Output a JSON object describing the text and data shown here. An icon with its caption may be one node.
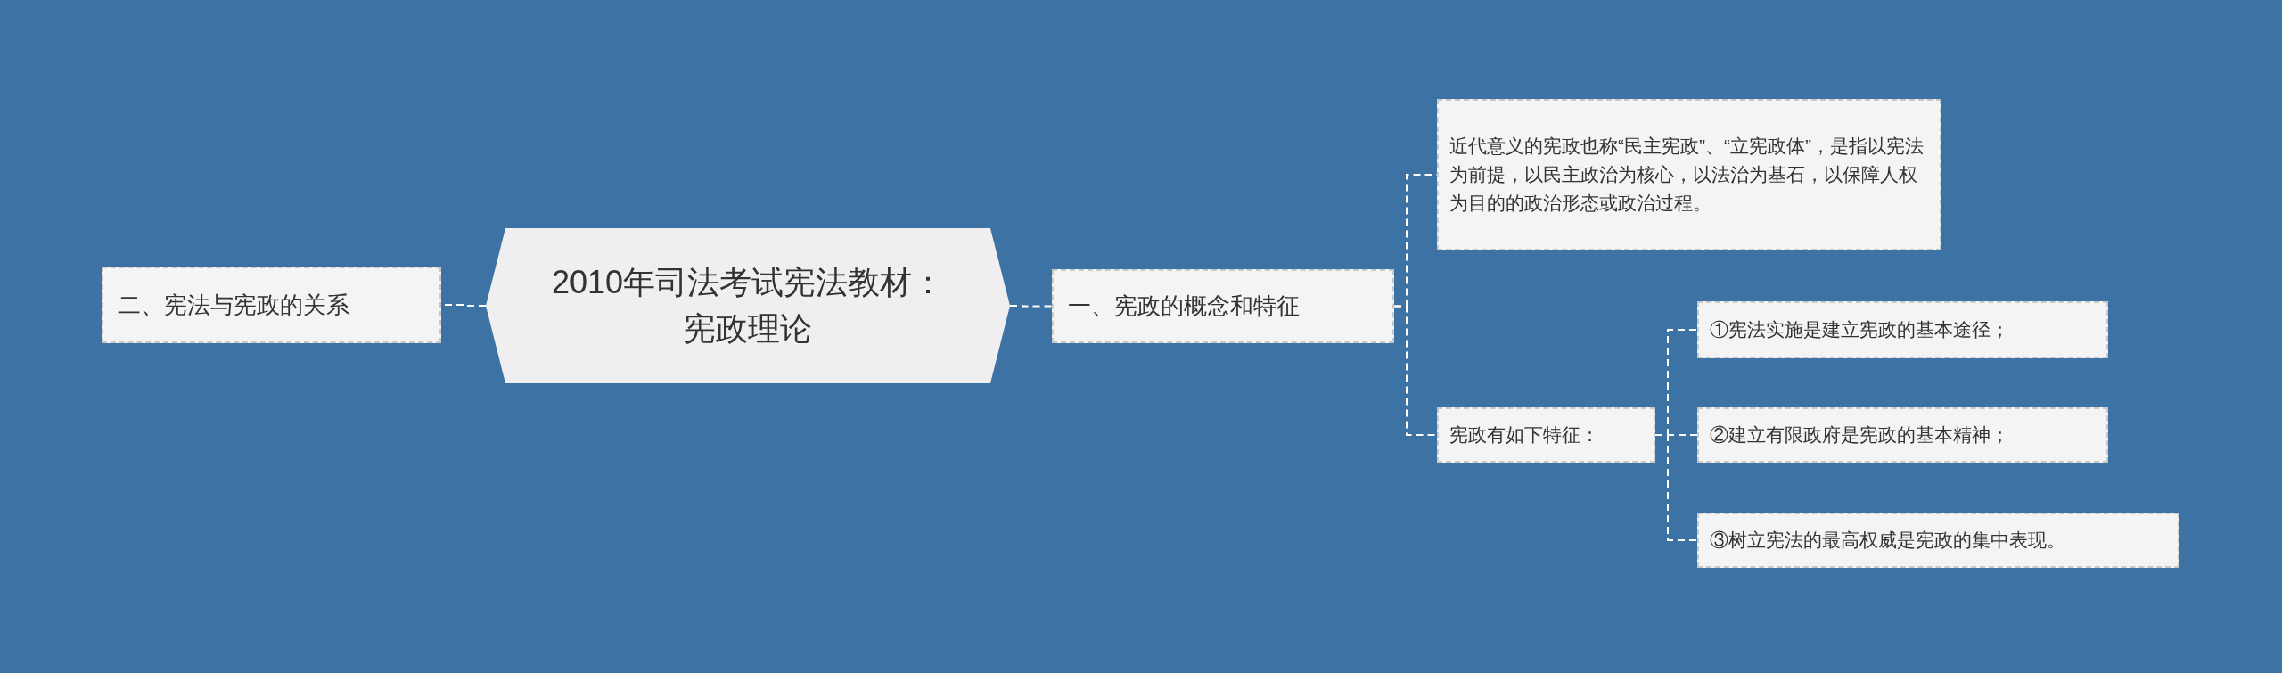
{
  "diagram": {
    "nodes": [
      {
        "text": [
          "2010年司法考试宪法教材：宪政理论"
        ]
      },
      {
        "text": [
          "二、宪法与宪政的关系"
        ]
      },
      {
        "text": [
          "一、宪政的概念和特征"
        ]
      },
      {
        "text": [
          "近代意义的宪政也称“民主宪政”、“立宪政体”，是指以宪法为前提，以民主政治为核心，以法治为基石，以保障人权为目的的政治形态或政治过程。"
        ]
      },
      {
        "text": [
          "宪政有如下特征："
        ]
      },
      {
        "text": [
          "①宪法实施是建立宪政的基本途径；"
        ]
      },
      {
        "text": [
          "②建立有限政府是宪政的基本精神；"
        ]
      },
      {
        "text": [
          "③树立宪法的最高权威是宪政的集中表现。"
        ]
      }
    ],
    "edges": [
      {
        "from": 0,
        "to": 1,
        "arrow": "none"
      },
      {
        "from": 0,
        "to": 2,
        "arrow": "none"
      },
      {
        "from": 2,
        "to": 3,
        "arrow": "none"
      },
      {
        "from": 2,
        "to": 4,
        "arrow": "none"
      },
      {
        "from": 4,
        "to": 5,
        "arrow": "none"
      },
      {
        "from": 4,
        "to": 6,
        "arrow": "none"
      },
      {
        "from": 4,
        "to": 7,
        "arrow": "none"
      }
    ]
  }
}
